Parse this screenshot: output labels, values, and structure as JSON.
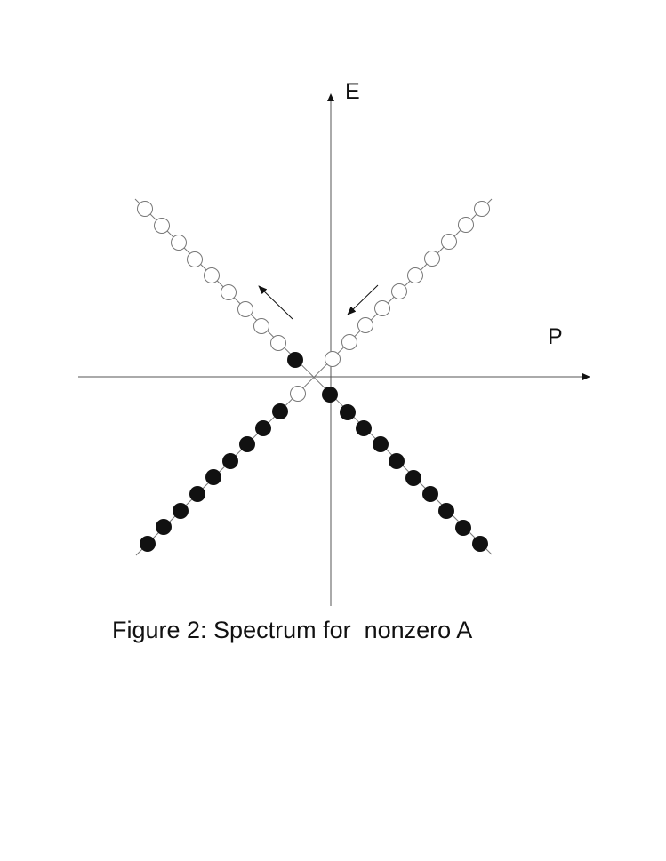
{
  "diagram": {
    "axis_labels": {
      "energy": "E",
      "momentum": "P"
    },
    "caption": "Figure 2: Spectrum for  nonzero A",
    "branches": [
      {
        "name": "upper-left",
        "marker": "hollow",
        "count": 9
      },
      {
        "name": "upper-right",
        "marker": "hollow",
        "count": 10
      },
      {
        "name": "lower-left",
        "marker": "hollow-then-filled",
        "hollow_count": 1,
        "filled_count": 9
      },
      {
        "name": "lower-right",
        "marker": "filled",
        "count": 10
      }
    ],
    "colors": {
      "axis": "#555555",
      "branch_line": "#777777",
      "filled_marker": "#111111",
      "hollow_marker_stroke": "#777777",
      "text": "#111111"
    },
    "arrows": [
      "upper-left-pointing-outward",
      "upper-right-pointing-inward"
    ]
  }
}
